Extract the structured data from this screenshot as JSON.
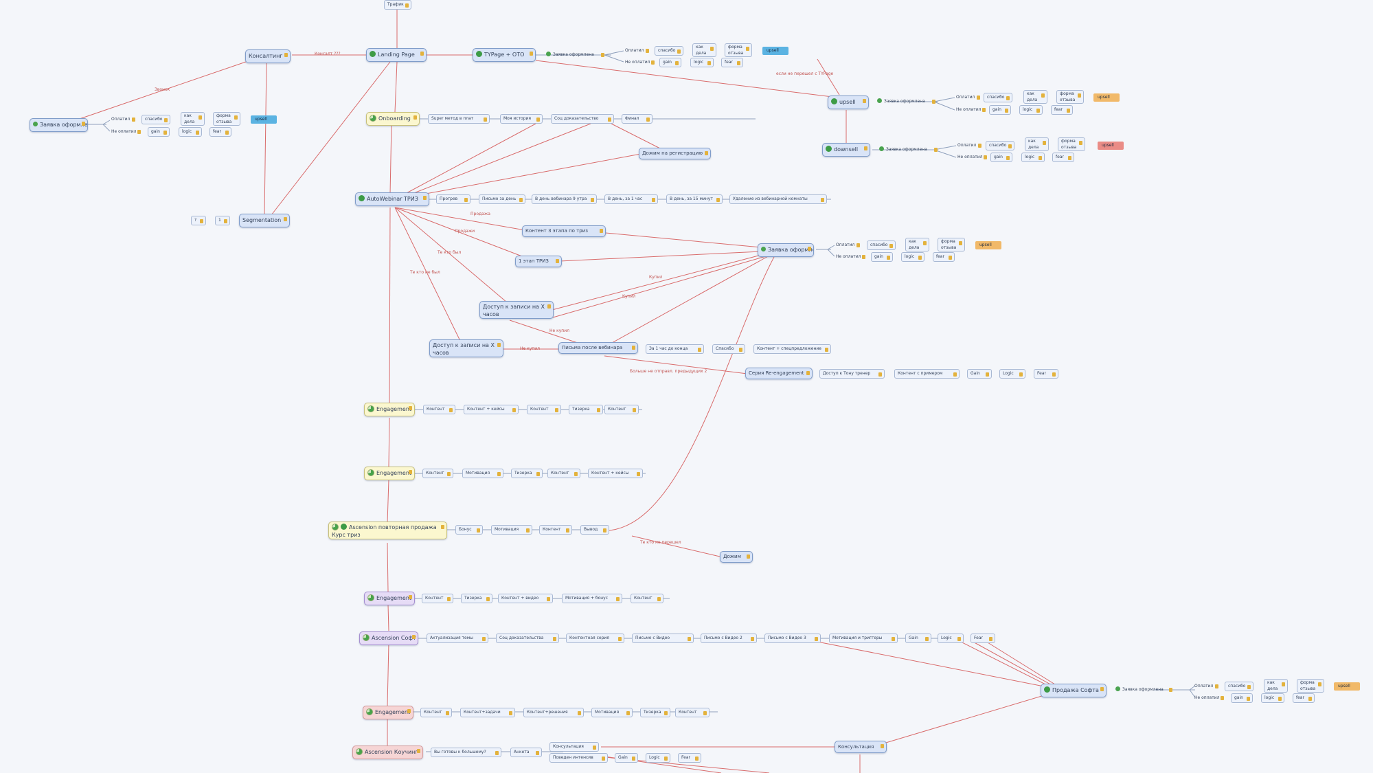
{
  "diagram": {
    "nodes": {
      "trafik": "Трафик",
      "landing": "Landing Page",
      "consult_top": "Консалтинг",
      "tvpage": "TYPage + OTO",
      "zayavka": "Заявка оформлена",
      "oplatil": "Оплатил",
      "ne_oplatil": "Не оплатил",
      "spasibo": "спасибо",
      "kak_dela": "как дела",
      "forma_otzyva": "форма отзыва",
      "gain": "gain",
      "logic": "logic",
      "fear": "fear",
      "upsell1": "upsell",
      "upsell2": "upsell",
      "upsell3": "upsell",
      "upsell4": "upsell",
      "downsell": "downsell",
      "onboarding": "Onboarding",
      "super_method": "Super метод в плат",
      "moya_istoriya": "Моя история",
      "soc_dok": "Соц доказательство",
      "final": "Финал",
      "dozhim_reg": "Дожим на регистрацию",
      "auto_webinar": "AutoWebinar ТРИЗ",
      "progrev": "Прогрев",
      "pismo_den": "Письмо за день",
      "v_den_webinar": "В день вебинара 9 утра",
      "v_den_1chas": "В день, за 1 час",
      "v_den_15min": "В день, за 15 минут",
      "udalenie": "Удаление из вебинарной комнаты",
      "kontent_3etapa": "Контент 3 этапа по триз",
      "etap1": "1 этап ТРИЗ",
      "dostup_zapis1": "Доступ к записи на X часов",
      "dostup_zapis2": "Доступ к записи на X часов",
      "pisma_posle": "Письма после вебинара",
      "za_1chas": "За 1 час до конца",
      "spasibo2": "Спасибо",
      "kontent_spec": "Контент + спецпредложение",
      "seriya_re": "Серия Re-engagement",
      "dostup_tonu": "Доступ к Тону тренер",
      "kontent_primerom": "Контент с примером",
      "gain2": "Gain",
      "logic2": "Logic",
      "fear2": "Fear",
      "segmentation": "Segmentation",
      "seg_a": "?",
      "seg_b": "1",
      "zayavka_left": "Заявка оформлена",
      "engagement1": "Engagement",
      "engagement2": "Engagement",
      "engagement3": "Engagement",
      "engagement4": "Engagement",
      "kontent": "Контент",
      "kontent_keys": "Контент + кейсы",
      "tizer": "Тизерка",
      "motivaciya": "Мотивация",
      "ascension1": "Ascension повторная продажа Курс триз",
      "bonus": "Бонус",
      "vyvod": "Вывод",
      "dozhim": "Дожим",
      "kontent_video": "Контент + видео",
      "motivaciya_bonus": "Мотивация + бонус",
      "ascension_soft": "Ascension Софт",
      "aktualizaciya": "Актуализация темы",
      "soc_dok2": "Соц доказательства",
      "kontentnaya_seriya": "Контентная серия",
      "pismo_video1": "Письмо с Видео",
      "pismo_video2": "Письмо с Видео 2",
      "pismo_video3": "Письмо с Видео 3",
      "motiv_trigger": "Мотивация и триггеры",
      "prodazha_softa": "Продажа Софта",
      "kontent_zadachi": "Контент+задачи",
      "kontent_resheniya": "Контент+решения",
      "tizer2": "Тизерка",
      "ascension_coaching": "Ascension Коучинг",
      "vy_gotovy": "Вы готовы к большему?",
      "anketa": "Анкета",
      "konsultaciya": "Консультация",
      "povedenie": "Поведен интенсив",
      "konsultaciya_right": "Консультация"
    },
    "edge_labels": {
      "konsalt": "Консалт ???",
      "zvonok": "Звонок",
      "esli_ne_pereshel": "если не перешел с TYPage",
      "prodazha": "Продажа",
      "prodazh": "Продажи",
      "te_kto_byl": "Те кто был",
      "te_kto_ne_byl": "Те кто не был",
      "kupil1": "Купил",
      "kupil2": "Купил",
      "ne_kupil1": "Не купил",
      "ne_kupil2": "Не купил",
      "bolshe_ne_otpravl": "Больше не отправл. предыдущих 2",
      "te_kto_ne_pereshel": "Те кто не перешел"
    }
  }
}
